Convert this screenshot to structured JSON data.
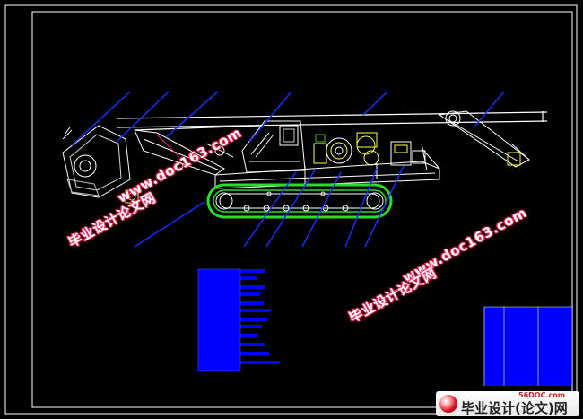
{
  "watermarks": {
    "site_url": "www.doc163.com",
    "site_name": "毕业设计论文网"
  },
  "logo": {
    "domain": "56DOC.com",
    "text": "毕业设计(论文)网"
  },
  "colors": {
    "background": "#000000",
    "frame": "#ffffff",
    "leader_line": "#1a2cff",
    "track": "#2cdc2c",
    "machine": "#ffffff",
    "machine_detail": "#ffff40",
    "watermark": "#ff1a4d",
    "table_fill": "#0000ff"
  }
}
